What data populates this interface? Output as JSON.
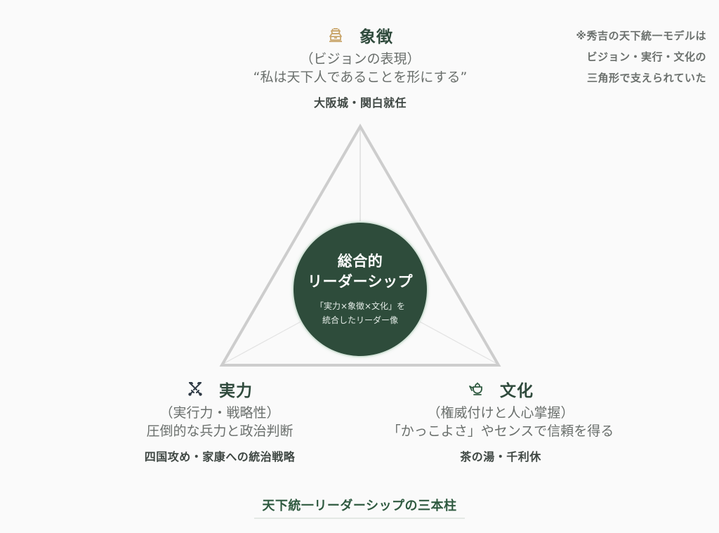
{
  "note": {
    "lines": [
      "※秀吉の天下統一モデルは",
      "ビジョン・実行・文化の",
      "三角形で支えられていた"
    ]
  },
  "pillars": {
    "symbol": {
      "icon": "castle-icon",
      "icon_color": "#c9a56b",
      "title": "象徴",
      "subtitle": "（ビジョンの表現）",
      "description": "“私は天下人であることを形にする”",
      "example": "大阪城・関白就任"
    },
    "power": {
      "icon": "crossed-swords-icon",
      "icon_color": "#2f3a45",
      "title": "実力",
      "subtitle": "（実行力・戦略性）",
      "description": "圧倒的な兵力と政治判断",
      "example": "四国攻め・家康への統治戦略"
    },
    "culture": {
      "icon": "teapot-icon",
      "icon_color": "#2f5a40",
      "title": "文化",
      "subtitle": "（権威付けと人心掌握）",
      "description": "「かっこよさ」やセンスで信頼を得る",
      "example": "茶の湯・千利休"
    }
  },
  "center": {
    "title_line1": "総合的",
    "title_line2": "リーダーシップ",
    "desc_line1": "「実力×象徴×文化」を",
    "desc_line2": "統合したリーダー像",
    "fill_color": "#2e4c3b"
  },
  "caption": {
    "text": "天下統一リーダーシップの三本柱",
    "color": "#2f5a40"
  },
  "colors": {
    "background": "#fafafa",
    "triangle_stroke": "#cfcfcf",
    "spoke_stroke": "#dedede"
  }
}
